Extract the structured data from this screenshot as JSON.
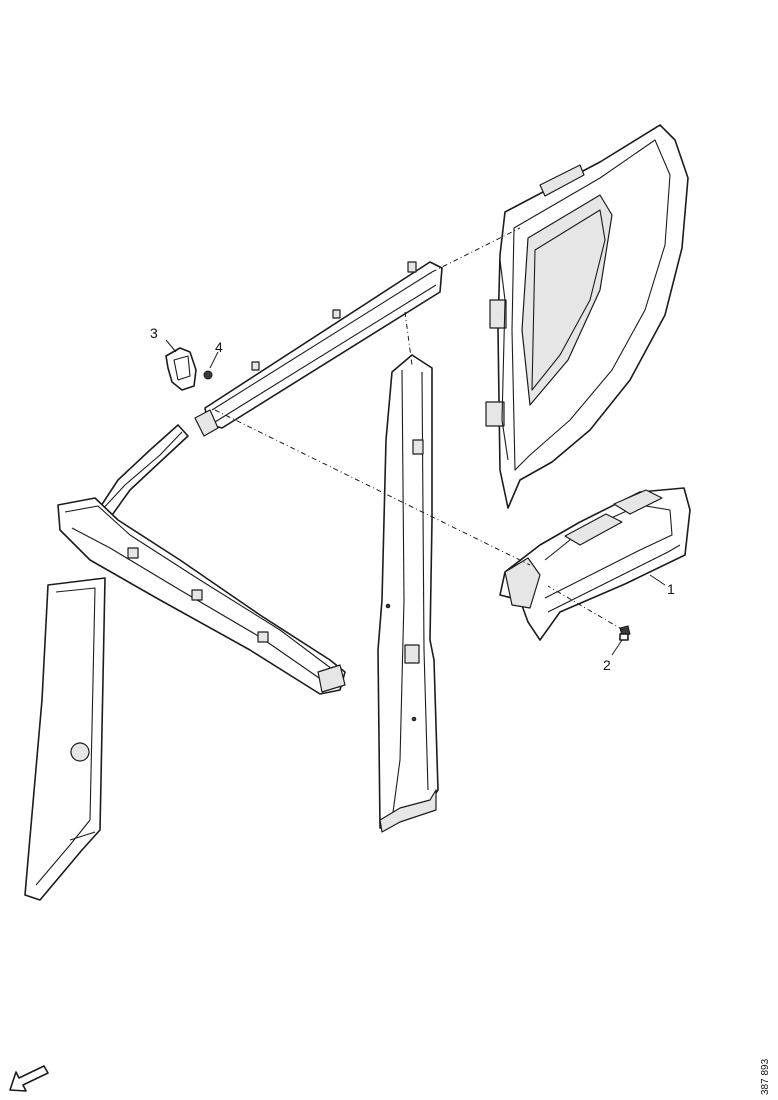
{
  "figure_number": "387 893",
  "callouts": {
    "c1": "1",
    "c2": "2",
    "c3": "3",
    "c4": "4"
  },
  "icons": {
    "orientation": "arrow-down-left-icon"
  }
}
